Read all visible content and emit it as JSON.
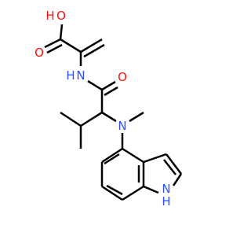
{
  "molecule": {
    "atoms": {
      "oh_o": "O",
      "oh_h": "H",
      "carbonyl_o1": "O",
      "amide_n": "N",
      "amide_h": "H",
      "carbonyl_o2": "O",
      "amine_n": "N",
      "indole_n": "N",
      "indole_h": "H"
    },
    "colors": {
      "bond": "#000000",
      "oxygen": "#ff0d0d",
      "nitrogen": "#3050f8",
      "background": "#ffffff"
    }
  }
}
